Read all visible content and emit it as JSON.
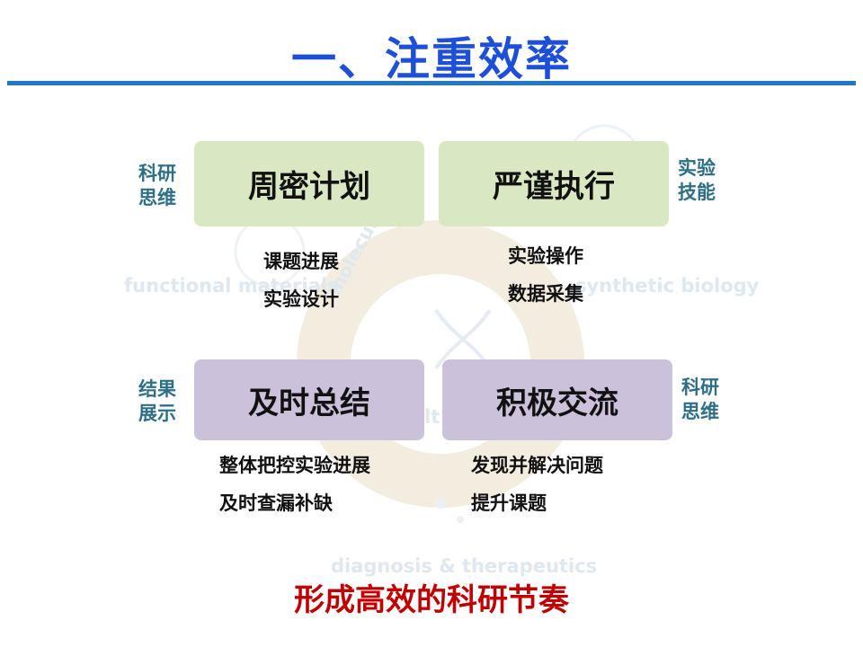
{
  "title": "一、注重效率",
  "quadrants": {
    "top_left": {
      "label": "周密计划",
      "side": [
        "科研",
        "思维"
      ],
      "items": [
        "课题进展",
        "实验设计"
      ]
    },
    "top_right": {
      "label": "严谨执行",
      "side": [
        "实验",
        "技能"
      ],
      "items": [
        "实验操作",
        "数据采集"
      ]
    },
    "bottom_left": {
      "label": "及时总结",
      "side": [
        "结果",
        "展示"
      ],
      "items": [
        "整体把控实验进展",
        "及时查漏补缺"
      ]
    },
    "bottom_right": {
      "label": "积极交流",
      "side": [
        "科研",
        "思维"
      ],
      "items": [
        "发现并解决问题",
        "提升课题"
      ]
    }
  },
  "watermark": {
    "left": "functional materials",
    "right": "synthetic biology",
    "ring": "molecule",
    "bottom": "diagnosis & therapeutics",
    "center": "lt"
  },
  "footer": "形成高效的科研节奏",
  "colors": {
    "title": "#1e4fd8",
    "rule": "#1f78c8",
    "green_box": "#d9e8c3",
    "purple_box": "#ccc1db",
    "side_label": "#2e6f86",
    "footer": "#c00000"
  }
}
